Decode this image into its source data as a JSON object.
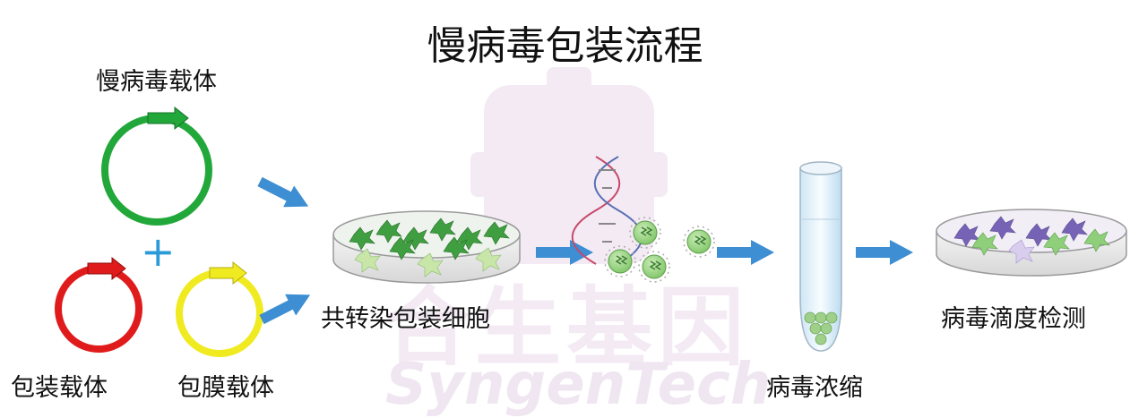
{
  "title": "慢病毒包装流程",
  "labels": {
    "lentiviral_vector": "慢病毒载体",
    "packaging_vector": "包装载体",
    "envelope_vector": "包膜载体",
    "cotransfection": "共转染包装细胞",
    "concentration": "病毒浓缩",
    "titer_detection": "病毒滴度检测"
  },
  "plus_sign": "+",
  "watermark": {
    "logo_text": "合生基因",
    "brand_text": "SyngenTech"
  },
  "colors": {
    "green": "#22a83a",
    "red": "#e01b1b",
    "yellow": "#f0ea20",
    "arrow_blue": "#3d8ed3",
    "plus_blue": "#2a9ad8",
    "virus_green": "#8fcf7a",
    "cell_green": "#3f9e3f",
    "cell_pale": "#c7e6a8",
    "infected_purple": "#6a55b0",
    "watermark": "#f1e6f2"
  },
  "icons": [
    "dna-helix-icon",
    "virus-particle-icon",
    "centrifuge-tube-icon",
    "petri-dish-icon",
    "plasmid-ring-icon",
    "flow-arrow-icon"
  ]
}
